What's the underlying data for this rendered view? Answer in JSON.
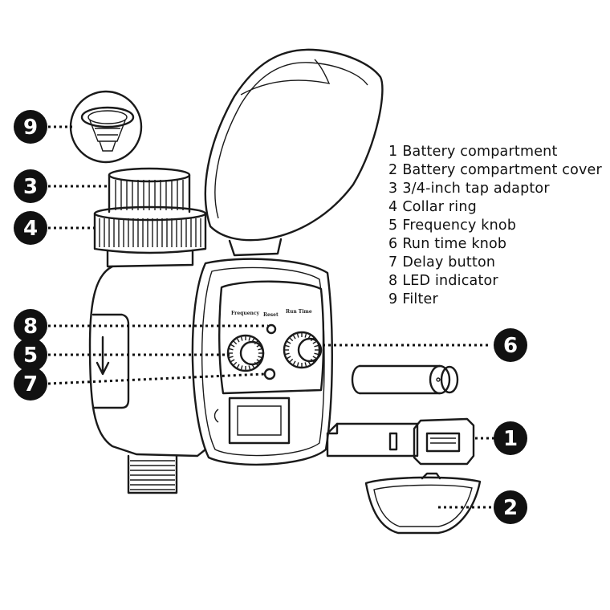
{
  "legend": [
    {
      "num": "1",
      "label": "Battery compartment"
    },
    {
      "num": "2",
      "label": "Battery compartment cover"
    },
    {
      "num": "3",
      "label": "3/4-inch tap adaptor"
    },
    {
      "num": "4",
      "label": "Collar ring"
    },
    {
      "num": "5",
      "label": "Frequency knob"
    },
    {
      "num": "6",
      "label": "Run time knob"
    },
    {
      "num": "7",
      "label": "Delay button"
    },
    {
      "num": "8",
      "label": "LED indicator"
    },
    {
      "num": "9",
      "label": "Filter"
    }
  ],
  "callouts": [
    "9",
    "3",
    "4",
    "8",
    "5",
    "7",
    "6",
    "1",
    "2"
  ],
  "panel": {
    "frequency_label": "Frequency",
    "run_time_label": "Run Time",
    "reset_label": "Reset"
  },
  "colors": {
    "ink": "#111111",
    "background": "#ffffff"
  }
}
